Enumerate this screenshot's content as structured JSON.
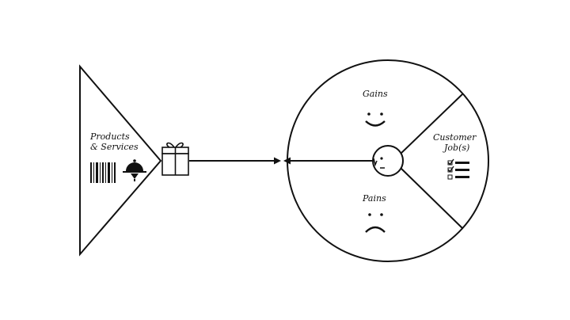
{
  "value_map": {
    "products_label_line1": "Products",
    "products_label_line2": "& Services",
    "gain_creators_icon": "gift-icon",
    "products_icons": [
      "barcode-icon",
      "cloche-icon"
    ]
  },
  "customer_profile": {
    "gains_label": "Gains",
    "pains_label": "Pains",
    "jobs_label_line1": "Customer",
    "jobs_label_line2": "Job(s)",
    "icons": [
      "smile-icon",
      "frown-icon",
      "customer-head-icon",
      "checklist-icon"
    ]
  },
  "colors": {
    "stroke": "#111111",
    "background": "#ffffff"
  }
}
